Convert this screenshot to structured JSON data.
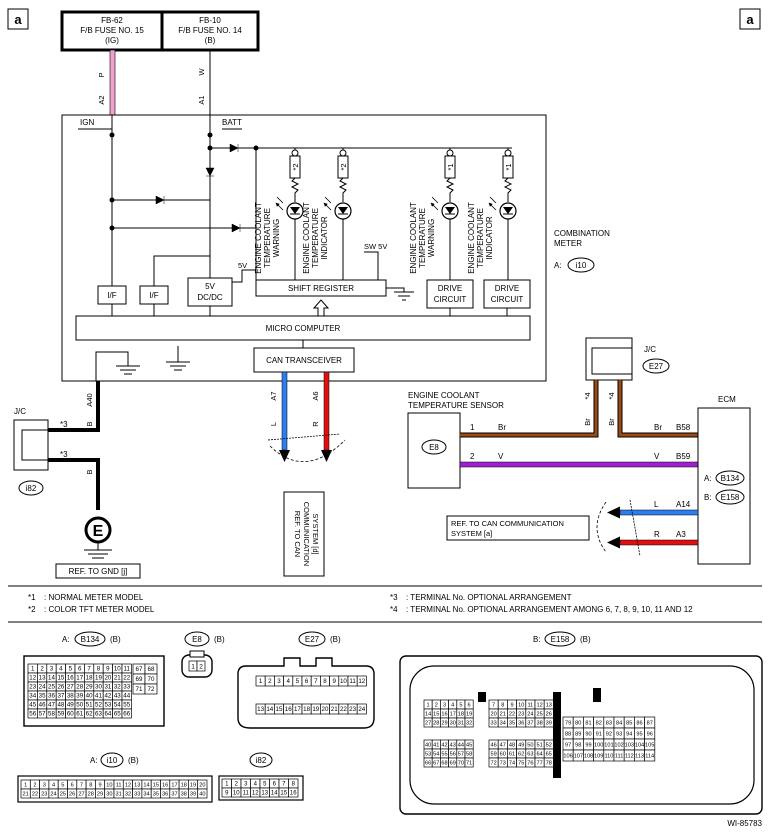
{
  "corner_label": "a",
  "fuses": [
    {
      "id": "FB-62",
      "name": "F/B FUSE NO. 15",
      "supply": "(IG)",
      "wire": "P",
      "pin": "A2"
    },
    {
      "id": "FB-10",
      "name": "F/B FUSE NO. 14",
      "supply": "(B)",
      "wire": "W",
      "pin": "A1"
    }
  ],
  "meter": {
    "title_line1": "COMBINATION",
    "title_line2": "METER",
    "connector_prefix": "A:",
    "connector": "i10",
    "ign": "IGN",
    "batt": "BATT",
    "if_label": "I/F",
    "dcdc_line1": "5V",
    "dcdc_line2": "DC/DC",
    "v5": "5V",
    "sw5v": "SW 5V",
    "shift_register": "SHIFT REGISTER",
    "drive_line1": "DRIVE",
    "drive_line2": "CIRCUIT",
    "micro_computer": "MICRO COMPUTER",
    "can_transceiver": "CAN TRANSCEIVER",
    "lamps": [
      {
        "note": "*2",
        "line1": "ENGINE COOLANT",
        "line2": "TEMPERATURE",
        "line3": "WARNING"
      },
      {
        "note": "*2",
        "line1": "ENGINE COOLANT",
        "line2": "TEMPERATURE",
        "line3": "INDICATOR"
      },
      {
        "note": "*1",
        "line1": "ENGINE COOLANT",
        "line2": "TEMPERATURE",
        "line3": "WARNING"
      },
      {
        "note": "*1",
        "line1": "ENGINE COOLANT",
        "line2": "TEMPERATURE",
        "line3": "INDICATOR"
      }
    ],
    "can_pins": [
      {
        "pin": "A7",
        "wire": "L"
      },
      {
        "pin": "A6",
        "wire": "R"
      }
    ],
    "can_ref_line1": "REF. TO CAN",
    "can_ref_line2": "COMMUNICATION",
    "can_ref_line3": "SYSTEM [d]"
  },
  "jc_left": {
    "label": "J/C",
    "connector": "i82",
    "note": "*3",
    "pin": "A40",
    "wire": "B",
    "wire2": "B",
    "ground_symbol": "E",
    "ground_ref": "REF. TO GND [j]"
  },
  "jc_right": {
    "label": "J/C",
    "connector": "E27",
    "note": "*4",
    "wire": "Br"
  },
  "sensor": {
    "line1": "ENGINE COOLANT",
    "line2": "TEMPERATURE SENSOR",
    "connector": "E8",
    "pins": [
      {
        "pin": "1",
        "wire": "Br"
      },
      {
        "pin": "2",
        "wire": "V"
      }
    ]
  },
  "ecm": {
    "title": "ECM",
    "pins": [
      {
        "wire": "Br",
        "pin": "B58"
      },
      {
        "wire": "V",
        "pin": "B59"
      },
      {
        "wire": "L",
        "pin": "A14"
      },
      {
        "wire": "R",
        "pin": "A3"
      }
    ],
    "connectors": [
      {
        "prefix": "A:",
        "name": "B134"
      },
      {
        "prefix": "B:",
        "name": "E158"
      }
    ],
    "can_ref_line1": "REF. TO CAN COMMUNICATION",
    "can_ref_line2": "SYSTEM [a]"
  },
  "notes": [
    {
      "mark": "*1",
      "text": ": NORMAL METER MODEL"
    },
    {
      "mark": "*2",
      "text": ": COLOR TFT METER MODEL"
    },
    {
      "mark": "*3",
      "text": ": TERMINAL No. OPTIONAL ARRANGEMENT"
    },
    {
      "mark": "*4",
      "text": ": TERMINAL No. OPTIONAL ARRANGEMENT AMONG 6, 7, 8, 9, 10, 11 AND 12"
    }
  ],
  "connector_views": [
    {
      "prefix": "A:",
      "name": "B134",
      "suffix": "(B)"
    },
    {
      "prefix": "",
      "name": "E8",
      "suffix": "(B)"
    },
    {
      "prefix": "",
      "name": "E27",
      "suffix": "(B)"
    },
    {
      "prefix": "B:",
      "name": "E158",
      "suffix": "(B)"
    },
    {
      "prefix": "A:",
      "name": "i10",
      "suffix": "(B)"
    },
    {
      "prefix": "",
      "name": "i82",
      "suffix": ""
    }
  ],
  "b134_main": [
    [
      "1",
      "2",
      "3",
      "4",
      "5",
      "6",
      "7",
      "8",
      "9",
      "10",
      "11"
    ],
    [
      "12",
      "13",
      "14",
      "15",
      "16",
      "17",
      "18",
      "19",
      "20",
      "21",
      "22"
    ],
    [
      "23",
      "24",
      "25",
      "26",
      "27",
      "28",
      "29",
      "30",
      "31",
      "32",
      "33"
    ],
    [
      "34",
      "35",
      "36",
      "37",
      "38",
      "39",
      "40",
      "41",
      "42",
      "43",
      "44"
    ],
    [
      "45",
      "46",
      "47",
      "48",
      "49",
      "50",
      "51",
      "52",
      "53",
      "54",
      "55"
    ],
    [
      "56",
      "57",
      "58",
      "59",
      "60",
      "61",
      "62",
      "63",
      "64",
      "65",
      "66"
    ]
  ],
  "b134_side": [
    [
      "67",
      "68"
    ],
    [
      "69",
      "70"
    ],
    [
      "71",
      "72"
    ]
  ],
  "e8_pins": [
    "1",
    "2"
  ],
  "e27_rows": [
    [
      "1",
      "2",
      "3",
      "4",
      "5",
      "6",
      "7",
      "8",
      "9",
      "10",
      "11",
      "12"
    ],
    [
      "13",
      "14",
      "15",
      "16",
      "17",
      "18",
      "19",
      "20",
      "21",
      "22",
      "23",
      "24"
    ]
  ],
  "e158_g1": [
    [
      "1",
      "2",
      "3",
      "4",
      "5",
      "6"
    ],
    [
      "14",
      "15",
      "16",
      "17",
      "18",
      "19"
    ],
    [
      "27",
      "28",
      "29",
      "30",
      "31",
      "32"
    ]
  ],
  "e158_g2": [
    [
      "7",
      "8",
      "9",
      "10",
      "11",
      "12",
      "13"
    ],
    [
      "20",
      "21",
      "22",
      "23",
      "24",
      "25",
      "26"
    ],
    [
      "33",
      "34",
      "35",
      "36",
      "37",
      "38",
      "39"
    ]
  ],
  "e158_g3": [
    [
      "40",
      "41",
      "42",
      "43",
      "44",
      "45"
    ],
    [
      "53",
      "54",
      "55",
      "56",
      "57",
      "58"
    ],
    [
      "66",
      "67",
      "68",
      "69",
      "70",
      "71"
    ]
  ],
  "e158_g4": [
    [
      "46",
      "47",
      "48",
      "49",
      "50",
      "51",
      "52"
    ],
    [
      "59",
      "60",
      "61",
      "62",
      "63",
      "64",
      "65"
    ],
    [
      "72",
      "73",
      "74",
      "75",
      "76",
      "77",
      "78"
    ]
  ],
  "e158_g5": [
    [
      "79",
      "80",
      "81",
      "82",
      "83",
      "84",
      "85",
      "86",
      "87"
    ],
    [
      "88",
      "89",
      "90",
      "91",
      "92",
      "93",
      "94",
      "95",
      "96"
    ],
    [
      "97",
      "98",
      "99",
      "100",
      "101",
      "102",
      "103",
      "104",
      "105"
    ],
    [
      "106",
      "107",
      "108",
      "109",
      "110",
      "111",
      "112",
      "113",
      "114"
    ]
  ],
  "i10_rows": [
    [
      "1",
      "2",
      "3",
      "4",
      "5",
      "6",
      "7",
      "8",
      "9",
      "10",
      "11",
      "12",
      "13",
      "14",
      "15",
      "16",
      "17",
      "18",
      "19",
      "20"
    ],
    [
      "21",
      "22",
      "23",
      "24",
      "25",
      "26",
      "27",
      "28",
      "29",
      "30",
      "31",
      "32",
      "33",
      "34",
      "35",
      "36",
      "37",
      "38",
      "39",
      "40"
    ]
  ],
  "i82_rows": [
    [
      "1",
      "2",
      "3",
      "4",
      "5",
      "6",
      "7",
      "8"
    ],
    [
      "9",
      "10",
      "11",
      "12",
      "13",
      "14",
      "15",
      "16"
    ]
  ],
  "figure_id": "WI-85783",
  "colors": {
    "pink": "#f3a0d0",
    "brown": "#9a4a12",
    "violet": "#a020d0",
    "blue": "#2a7ef0",
    "red": "#e01010"
  }
}
